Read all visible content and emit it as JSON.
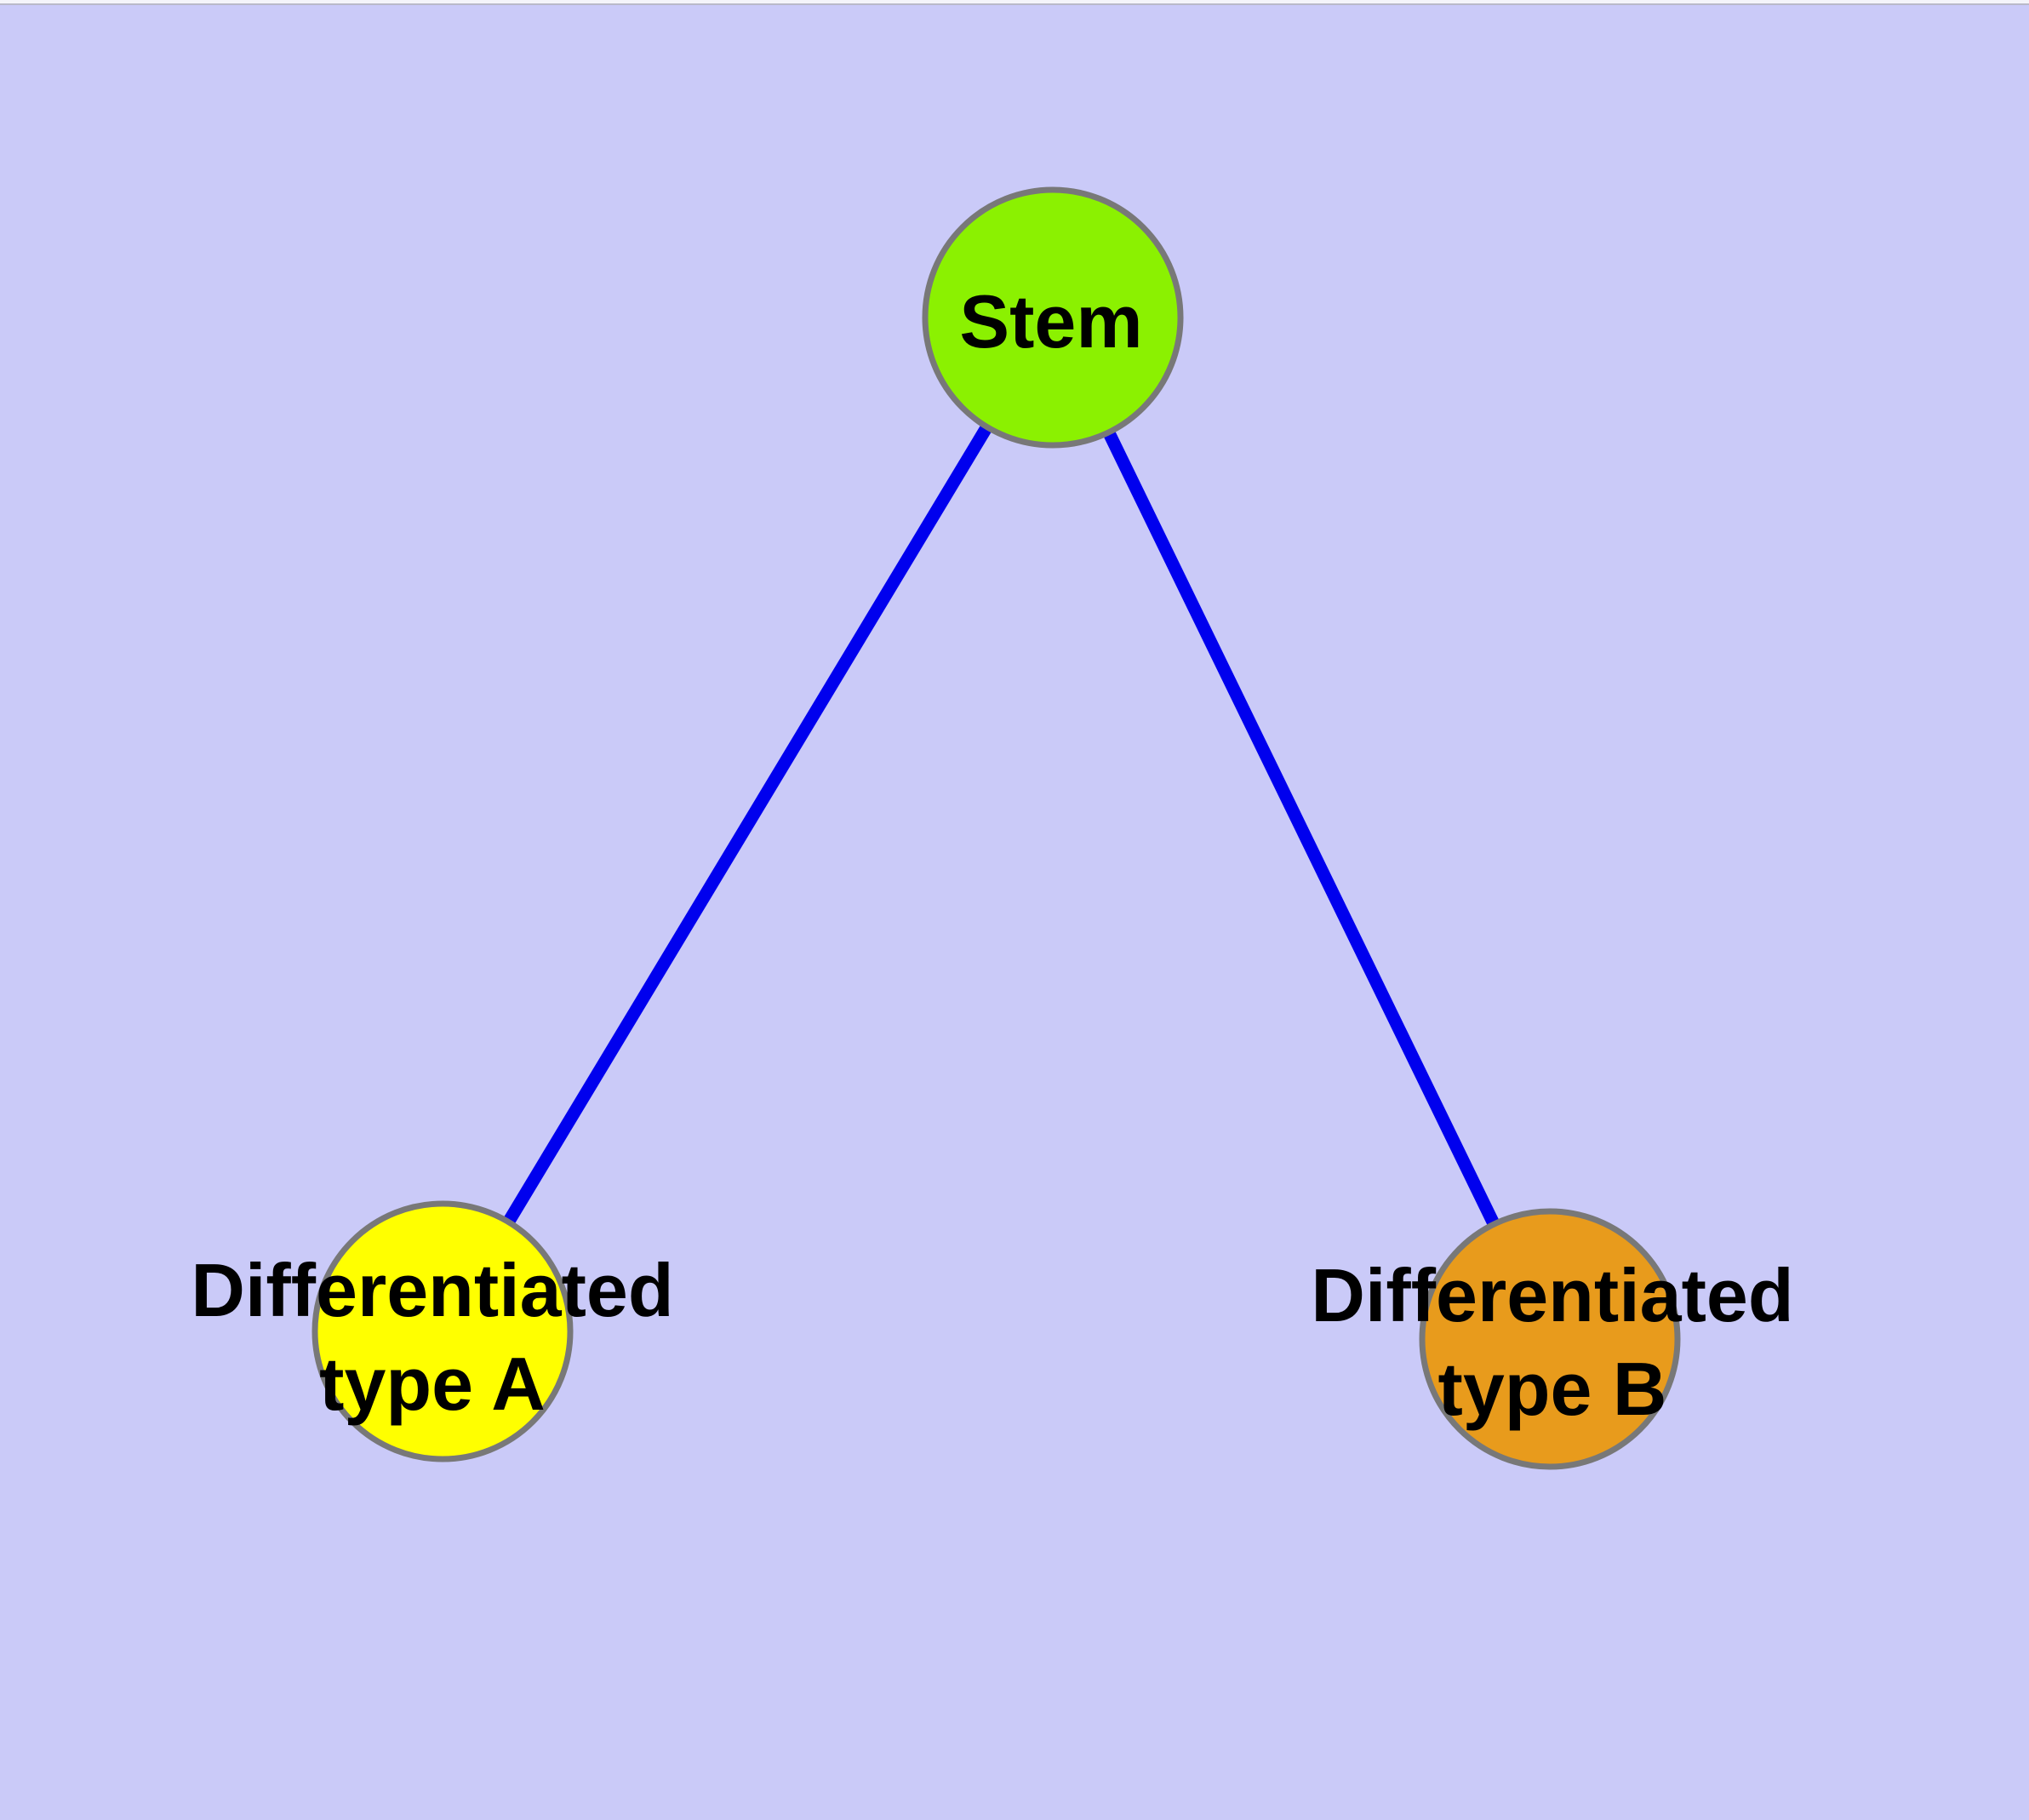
{
  "canvas": {
    "background_color": "#CACAF8",
    "top_strip_color": "#F4F4FA",
    "top_strip_line_color": "#B9B9C9"
  },
  "edges": {
    "color": "#0000EE",
    "connections": [
      {
        "from": "Stem",
        "to": "Differentiated type A"
      },
      {
        "from": "Stem",
        "to": "Differentiated type B"
      }
    ]
  },
  "nodes": {
    "border_color": "#787878",
    "label_color": "#000000",
    "stem": {
      "label": "Stem",
      "color": "#8BF101"
    },
    "type_a": {
      "label_line1": "Differentiated",
      "label_line2": "type A",
      "color": "#FFFF00"
    },
    "type_b": {
      "label_line1": "Differentiated",
      "label_line2": "type B",
      "color": "#E89B1C"
    }
  }
}
